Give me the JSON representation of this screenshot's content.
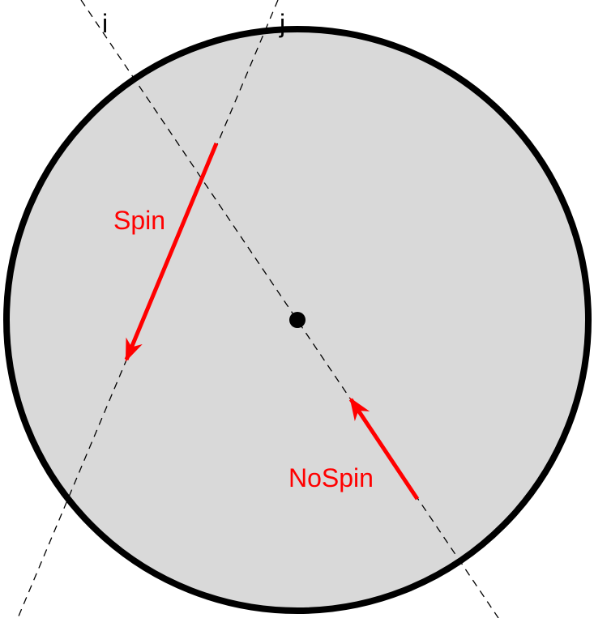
{
  "labels": {
    "line_i": "i",
    "line_j": "j",
    "spin": "Spin",
    "nospin": "NoSpin"
  },
  "colors": {
    "disk_fill": "#d9d9d9",
    "disk_stroke": "#000000",
    "arrow": "#ff0000"
  }
}
